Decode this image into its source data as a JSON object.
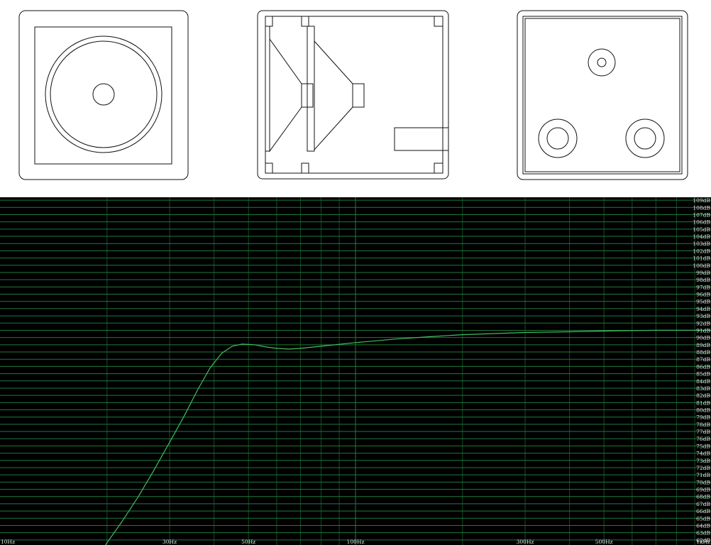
{
  "colors": {
    "panel_background": "#ffffff",
    "drawing_stroke": "#111111",
    "chart_background": "#000000",
    "grid_major": "#1f7a3a",
    "grid_minor": "#124d25",
    "curve": "#3fbf5f",
    "tick_label": "#e6e6e6"
  },
  "chart_data": {
    "type": "line",
    "x_scale": "log",
    "x_unit": "Hz",
    "y_unit": "dB",
    "xlim": [
      10,
      1000
    ],
    "ylim": [
      61.3,
      109.4
    ],
    "grid": true,
    "x_ticks": [
      {
        "value": 10,
        "label": "10Hz"
      },
      {
        "value": 30,
        "label": "30Hz"
      },
      {
        "value": 50,
        "label": "50Hz"
      },
      {
        "value": 100,
        "label": "100Hz"
      },
      {
        "value": 300,
        "label": "300Hz"
      },
      {
        "value": 500,
        "label": "500Hz"
      },
      {
        "value": 1000,
        "label": "1kHz"
      }
    ],
    "y_ticks": [
      {
        "value": 109,
        "label": "109dB"
      },
      {
        "value": 108,
        "label": "108dB"
      },
      {
        "value": 107,
        "label": "107dB"
      },
      {
        "value": 106,
        "label": "106dB"
      },
      {
        "value": 105,
        "label": "105dB"
      },
      {
        "value": 104,
        "label": "104dB"
      },
      {
        "value": 103,
        "label": "103dB"
      },
      {
        "value": 102,
        "label": "102dB"
      },
      {
        "value": 101,
        "label": "101dB"
      },
      {
        "value": 100,
        "label": "100dB"
      },
      {
        "value": 99,
        "label": "99dB"
      },
      {
        "value": 98,
        "label": "98dB"
      },
      {
        "value": 97,
        "label": "97dB"
      },
      {
        "value": 96,
        "label": "96dB"
      },
      {
        "value": 95,
        "label": "95dB"
      },
      {
        "value": 94,
        "label": "94dB"
      },
      {
        "value": 93,
        "label": "93dB"
      },
      {
        "value": 92,
        "label": "92dB"
      },
      {
        "value": 91,
        "label": "91dB"
      },
      {
        "value": 90,
        "label": "90dB"
      },
      {
        "value": 89,
        "label": "89dB"
      },
      {
        "value": 88,
        "label": "88dB"
      },
      {
        "value": 87,
        "label": "87dB"
      },
      {
        "value": 86,
        "label": "86dB"
      },
      {
        "value": 85,
        "label": "85dB"
      },
      {
        "value": 84,
        "label": "84dB"
      },
      {
        "value": 83,
        "label": "83dB"
      },
      {
        "value": 82,
        "label": "82dB"
      },
      {
        "value": 81,
        "label": "81dB"
      },
      {
        "value": 80,
        "label": "80dB"
      },
      {
        "value": 79,
        "label": "79dB"
      },
      {
        "value": 78,
        "label": "78dB"
      },
      {
        "value": 77,
        "label": "77dB"
      },
      {
        "value": 76,
        "label": "76dB"
      },
      {
        "value": 75,
        "label": "75dB"
      },
      {
        "value": 74,
        "label": "74dB"
      },
      {
        "value": 73,
        "label": "73dB"
      },
      {
        "value": 72,
        "label": "72dB"
      },
      {
        "value": 71,
        "label": "71dB"
      },
      {
        "value": 70,
        "label": "70dB"
      },
      {
        "value": 69,
        "label": "69dB"
      },
      {
        "value": 68,
        "label": "68dB"
      },
      {
        "value": 67,
        "label": "67dB"
      },
      {
        "value": 66,
        "label": "66dB"
      },
      {
        "value": 65,
        "label": "65dB"
      },
      {
        "value": 64,
        "label": "64dB"
      },
      {
        "value": 63,
        "label": "63dB"
      },
      {
        "value": 62,
        "label": "62dB"
      }
    ],
    "series": [
      {
        "points": [
          [
            19.8,
            61.3
          ],
          [
            22,
            64.5
          ],
          [
            24.5,
            68
          ],
          [
            27,
            71.5
          ],
          [
            30,
            75.5
          ],
          [
            33,
            79.2
          ],
          [
            36,
            82.8
          ],
          [
            39,
            85.8
          ],
          [
            42,
            87.8
          ],
          [
            45,
            88.8
          ],
          [
            48,
            89.1
          ],
          [
            52,
            89.0
          ],
          [
            56,
            88.7
          ],
          [
            60,
            88.5
          ],
          [
            65,
            88.4
          ],
          [
            70,
            88.5
          ],
          [
            80,
            88.8
          ],
          [
            100,
            89.3
          ],
          [
            130,
            89.8
          ],
          [
            160,
            90.1
          ],
          [
            200,
            90.4
          ],
          [
            300,
            90.7
          ],
          [
            400,
            90.8
          ],
          [
            500,
            90.9
          ],
          [
            700,
            91.0
          ],
          [
            1000,
            91.0
          ]
        ]
      }
    ]
  }
}
